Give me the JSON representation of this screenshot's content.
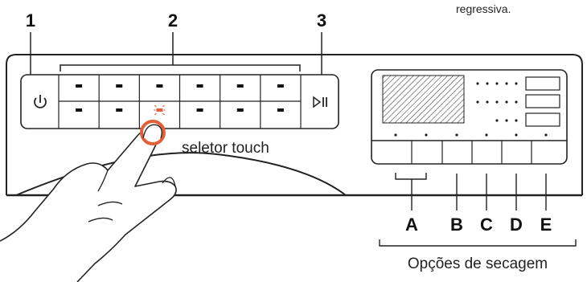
{
  "top_caption_fragment": "regressiva.",
  "callouts": {
    "power": "1",
    "program_keys": "2",
    "start_pause": "3"
  },
  "touch_caption": "seletor touch",
  "drying_options": {
    "caption": "Opções de secagem",
    "letters": [
      "A",
      "B",
      "C",
      "D",
      "E"
    ]
  },
  "icons": {
    "power": "power-icon",
    "start_pause": "play-pause-icon",
    "active_key": "active-key-icon",
    "hand": "hand-icon"
  },
  "colors": {
    "outline": "#222222",
    "panel_fill": "#ffffff",
    "touch_ring": "#e0603a",
    "active_key": "#e0603a"
  }
}
